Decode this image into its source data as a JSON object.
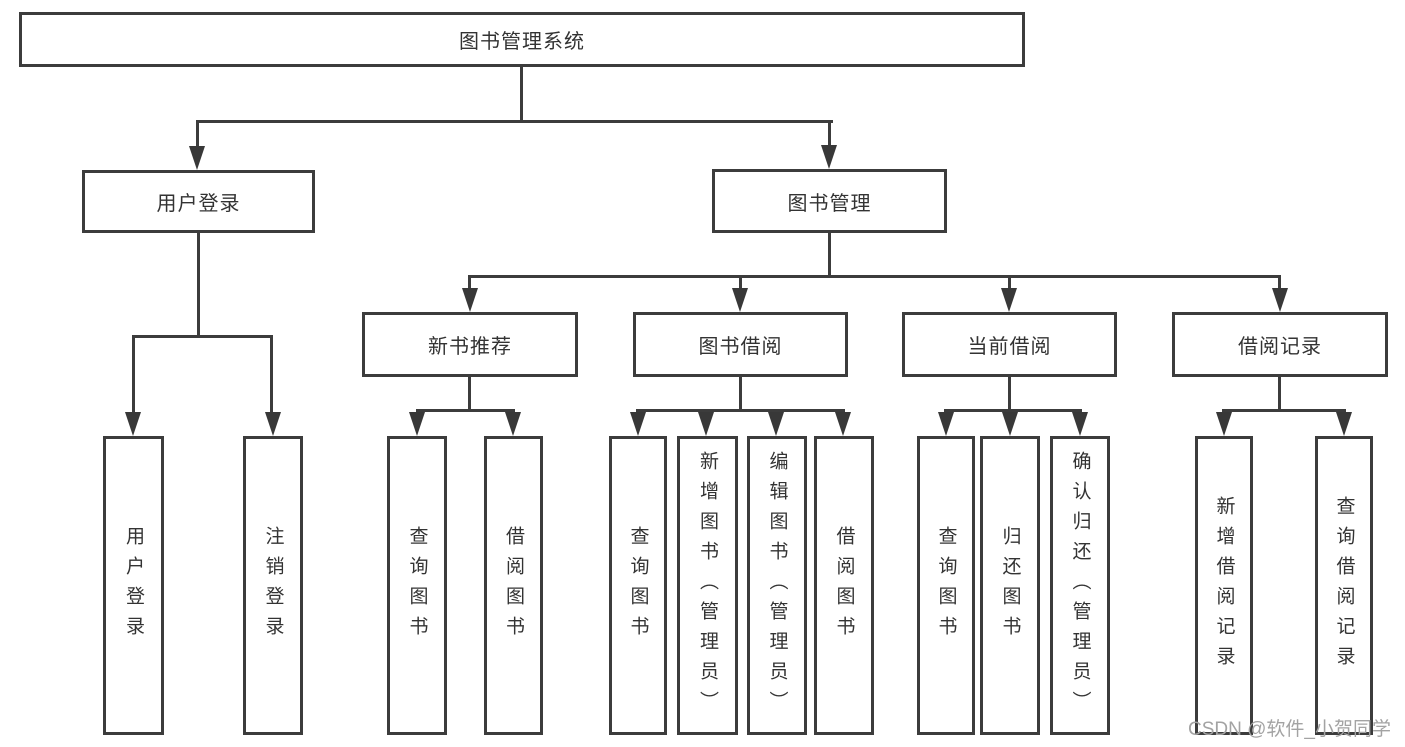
{
  "colors": {
    "line": "#3c3c3c",
    "text": "#333333",
    "box_background": "#ffffff",
    "watermark": "#a3a3a3"
  },
  "diagram": {
    "root": {
      "label": "图书管理系统"
    },
    "branches": [
      {
        "label": "用户登录",
        "children": [
          {
            "label": "用户登录"
          },
          {
            "label": "注销登录"
          }
        ]
      },
      {
        "label": "图书管理",
        "groups": [
          {
            "label": "新书推荐",
            "children": [
              {
                "label": "查询图书"
              },
              {
                "label": "借阅图书"
              }
            ]
          },
          {
            "label": "图书借阅",
            "children": [
              {
                "label": "查询图书"
              },
              {
                "label": "新增图书（管理员）"
              },
              {
                "label": "编辑图书（管理员）"
              },
              {
                "label": "借阅图书"
              }
            ]
          },
          {
            "label": "当前借阅",
            "children": [
              {
                "label": "查询图书"
              },
              {
                "label": "归还图书"
              },
              {
                "label": "确认归还（管理员）"
              }
            ]
          },
          {
            "label": "借阅记录",
            "children": [
              {
                "label": "新增借阅记录"
              },
              {
                "label": "查询借阅记录"
              }
            ]
          }
        ]
      }
    ]
  },
  "watermark": {
    "text": "CSDN @软件_小贺同学"
  }
}
